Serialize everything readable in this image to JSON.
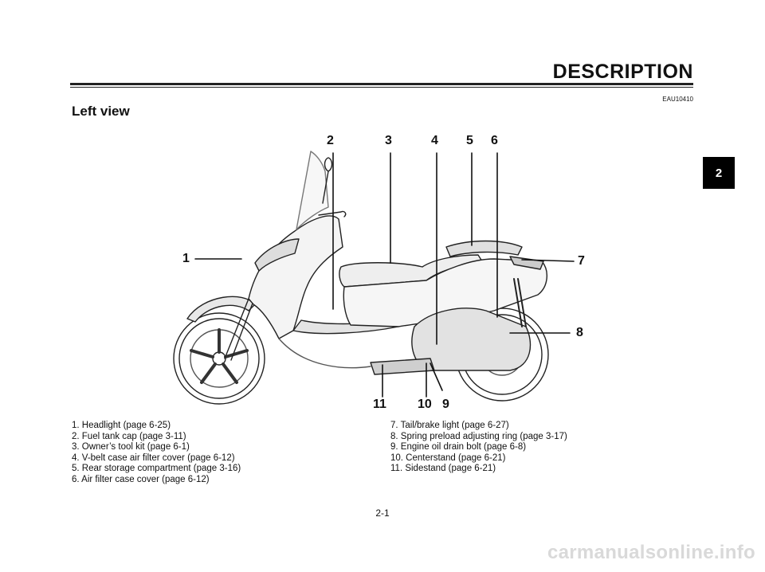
{
  "header": {
    "title": "DESCRIPTION",
    "doc_code": "EAU10410",
    "chapter_number": "2"
  },
  "section": {
    "title": "Left view"
  },
  "callouts": [
    "1",
    "2",
    "3",
    "4",
    "5",
    "6",
    "7",
    "8",
    "9",
    "10",
    "11"
  ],
  "legend": {
    "left": [
      "1. Headlight (page 6-25)",
      "2. Fuel tank cap (page 3-11)",
      "3. Owner’s tool kit (page 6-1)",
      "4. V-belt case air filter cover (page 6-12)",
      "5. Rear storage compartment (page 3-16)",
      "6. Air filter case cover (page 6-12)"
    ],
    "right": [
      "7. Tail/brake light (page 6-27)",
      "8. Spring preload adjusting ring (page 3-17)",
      "9. Engine oil drain bolt (page 6-8)",
      "10. Centerstand (page 6-21)",
      "11. Sidestand (page 6-21)"
    ]
  },
  "footer": {
    "page_number": "2-1",
    "watermark": "carmanualsonline.info"
  }
}
